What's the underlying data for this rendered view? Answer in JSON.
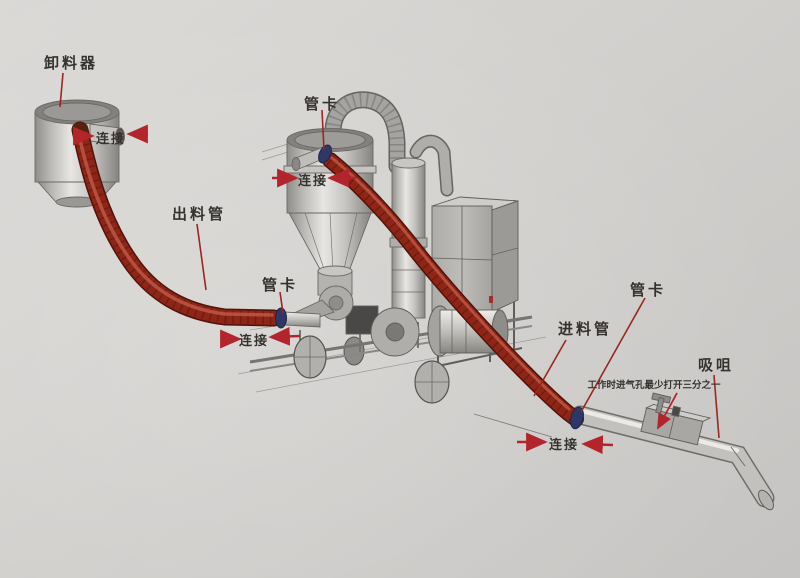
{
  "labels": {
    "discharger": "卸料器",
    "pipe_clamp_top": "管卡",
    "connect_discharger": "连接",
    "connect_cyclone": "连接",
    "discharge_pipe": "出料管",
    "pipe_clamp_left": "管卡",
    "connect_blower": "连接",
    "feed_pipe": "进料管",
    "pipe_clamp_right": "管卡",
    "suction_nozzle": "吸咀",
    "air_inlet_note": "工作时进气孔最少打开三分之一",
    "connect_nozzle": "连接"
  },
  "colors": {
    "background": "#d3d1ce",
    "hose_red": "#8e2617",
    "hose_outline": "#521109",
    "hose_highlight": "#c05a48",
    "clamp_blue": "#2e3766",
    "arrow_red": "#b3252d",
    "leader_red": "#992722",
    "metal_light": "#e7e5e1",
    "metal_mid": "#b9b7b3",
    "metal_dark": "#5f5e5a",
    "text": "#35312d"
  },
  "components": [
    "discharger-hopper",
    "discharge-hose",
    "cyclone-receiver",
    "exhaust-flex-duct",
    "filter-silencer",
    "control-box",
    "rotary-airlock",
    "blower-motor",
    "chassis-and-wheels",
    "feed-hose",
    "suction-pipe",
    "air-inlet-slider"
  ]
}
